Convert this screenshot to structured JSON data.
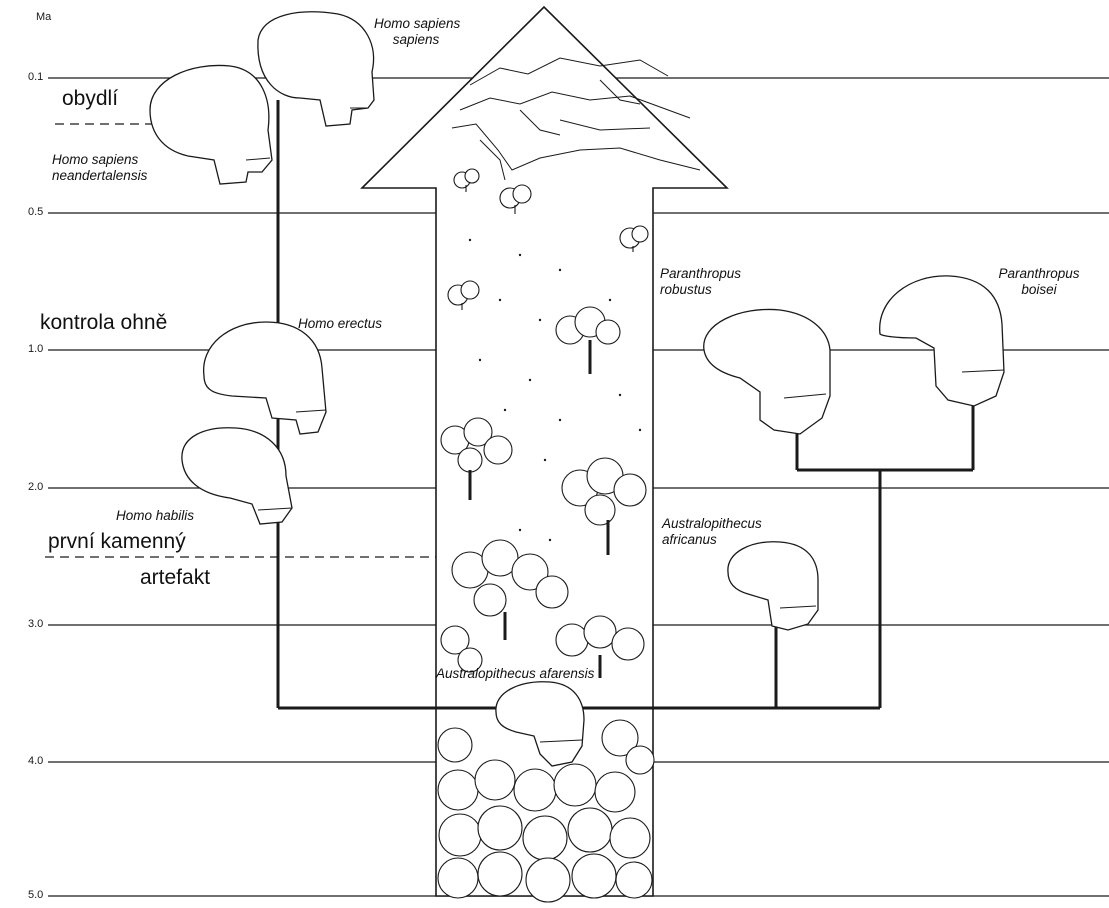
{
  "axis_unit": "Ma",
  "ticks": [
    "0.1",
    "0.5",
    "1.0",
    "2.0",
    "3.0",
    "4.0",
    "5.0"
  ],
  "events": {
    "dwelling": "obydlí",
    "fire_control": "kontrola ohně",
    "stone_tool_line1": "první kamenný",
    "stone_tool_line2": "artefakt"
  },
  "species": {
    "h_sapiens_sapiens": [
      "Homo sapiens",
      "sapiens"
    ],
    "h_sapiens_neandertalensis": [
      "Homo sapiens",
      "neandertalensis"
    ],
    "h_erectus": "Homo erectus",
    "h_habilis": "Homo habilis",
    "p_robustus": [
      "Paranthropus",
      "robustus"
    ],
    "p_boisei": [
      "Paranthropus",
      "boisei"
    ],
    "a_africanus": [
      "Australopithecus",
      "africanus"
    ],
    "a_afarensis": "Australopithecus afarensis"
  },
  "colors": {
    "ink": "#1a1a1a",
    "paper": "#ffffff"
  }
}
